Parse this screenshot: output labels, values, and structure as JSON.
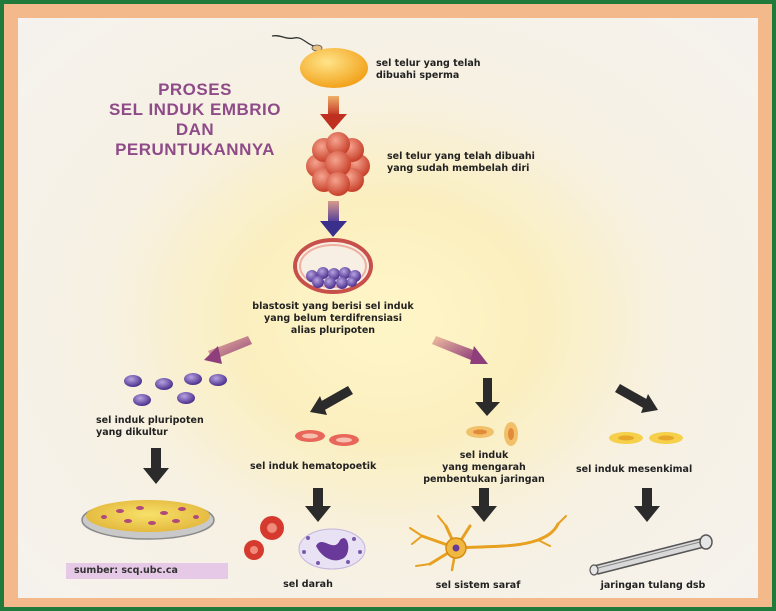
{
  "title": [
    "PROSES",
    "SEL INDUK EMBRIO",
    "DAN",
    "PERUNTUKANNYA"
  ],
  "labels": {
    "fertilized_egg": [
      "sel telur yang telah",
      "dibuahi sperma"
    ],
    "divided_egg": [
      "sel telur yang telah dibuahi",
      "yang sudah membelah diri"
    ],
    "blastocyst": [
      "blastosit yang berisi sel induk",
      "yang belum terdifrensiasi",
      "alias pluripoten"
    ],
    "cultured_pluripotent": [
      "sel induk pluripoten",
      "yang dikultur"
    ],
    "hematopoietic": [
      "sel induk hematopoetik"
    ],
    "tissue_directing": [
      "sel induk",
      "yang mengarah",
      "pembentukan jaringan"
    ],
    "mesenchymal": [
      "sel induk mesenkimal"
    ],
    "blood_cells": [
      "sel darah"
    ],
    "nerve_cells": [
      "sel sistem saraf"
    ],
    "bone_tissue": [
      "jaringan tulang dsb"
    ]
  },
  "source": "sumber: scq.ubc.ca",
  "colors": {
    "border": "#1f7a3c",
    "background": "#f3b98a",
    "title": "#8e4b88",
    "arrow_down": "#2b2b2b"
  }
}
